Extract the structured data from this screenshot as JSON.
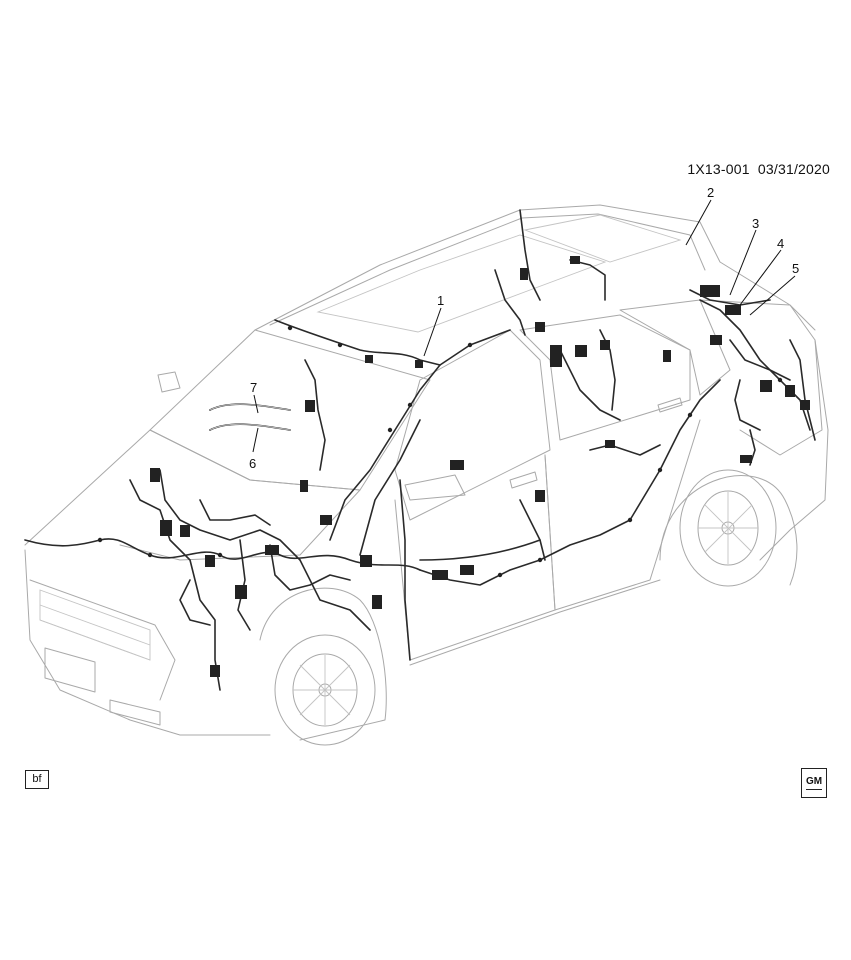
{
  "header": {
    "part_code": "1X13-001",
    "date": "03/31/2020"
  },
  "footer": {
    "box_label": "bf",
    "logo_text": "GM",
    "logo_icon": "gm-logo-icon"
  },
  "callouts": [
    "1",
    "2",
    "3",
    "4",
    "5",
    "6",
    "7"
  ]
}
